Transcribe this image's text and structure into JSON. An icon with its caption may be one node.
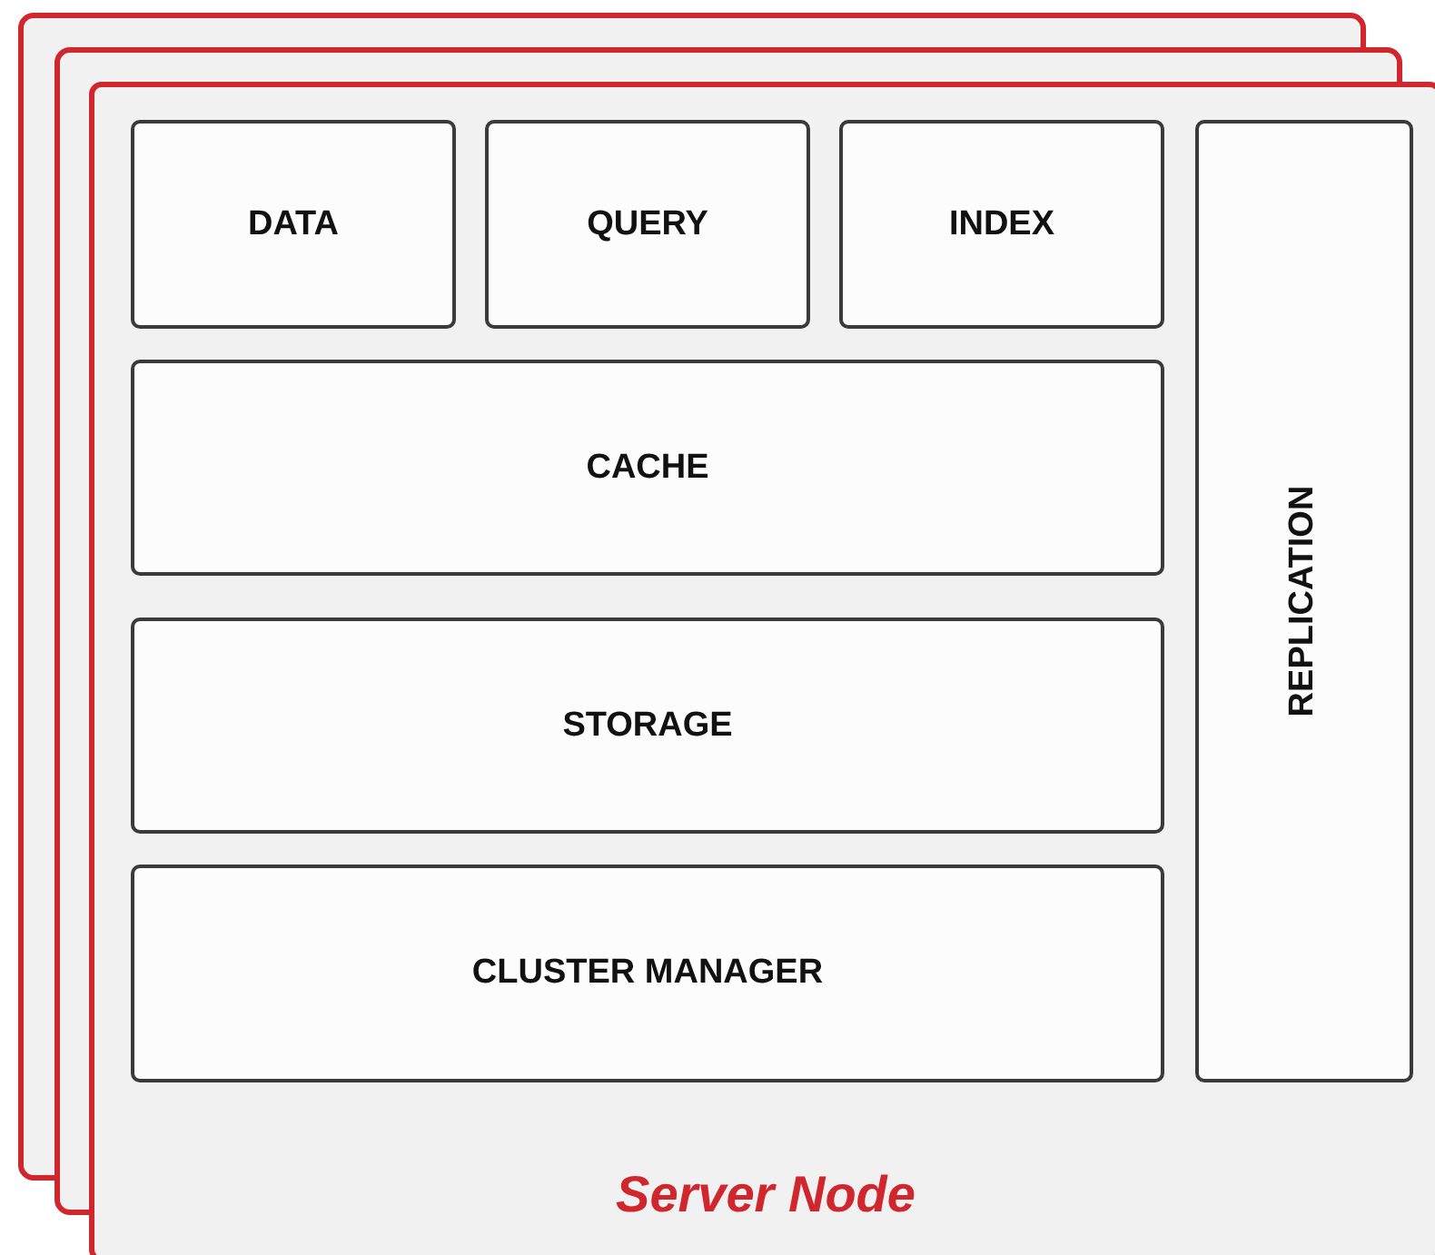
{
  "diagram": {
    "nodes": [
      {
        "text": [
          "Server Node"
        ]
      },
      {
        "text": [
          "DATA"
        ],
        "in": 0
      },
      {
        "text": [
          "QUERY"
        ],
        "in": 0
      },
      {
        "text": [
          "INDEX"
        ],
        "in": 0
      },
      {
        "text": [
          "REPLICATION"
        ],
        "in": 0
      },
      {
        "text": [
          "CACHE"
        ],
        "in": 0
      },
      {
        "text": [
          "STORAGE"
        ],
        "in": 0
      },
      {
        "text": [
          "CLUSTER MANAGER"
        ],
        "in": 0
      }
    ],
    "edges": []
  }
}
